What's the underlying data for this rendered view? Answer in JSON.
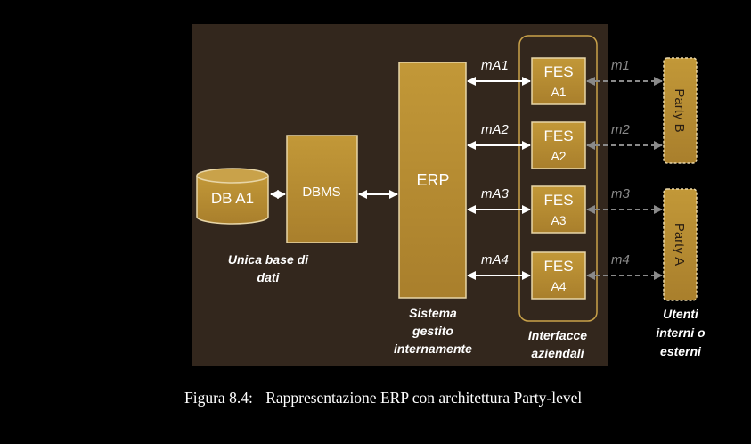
{
  "diagram": {
    "db": "DB A1",
    "dbms": "DBMS",
    "erp": "ERP",
    "fes": [
      {
        "title": "FES",
        "sub": "A1"
      },
      {
        "title": "FES",
        "sub": "A2"
      },
      {
        "title": "FES",
        "sub": "A3"
      },
      {
        "title": "FES",
        "sub": "A4"
      }
    ],
    "erp_links": [
      "mA1",
      "mA2",
      "mA3",
      "mA4"
    ],
    "party_links": [
      "m1",
      "m2",
      "m3",
      "m4"
    ],
    "parties": [
      "Party B",
      "Party A"
    ],
    "labels": {
      "db_caption": [
        "Unica base di",
        "dati"
      ],
      "erp_caption": [
        "Sistema",
        "gestito",
        "internamente"
      ],
      "fes_caption": [
        "Interfacce",
        "aziendali"
      ],
      "party_caption": [
        "Utenti",
        "interni o",
        "esterni"
      ]
    }
  },
  "caption": {
    "label": "Figura 8.4:",
    "text": "Rappresentazione ERP con architettura Party-level"
  },
  "colors": {
    "panel": "#33271d",
    "box": "#b58c33",
    "box_border": "#e8d6a8",
    "arrow": "#ffffff",
    "dashed": "#8a8a8a",
    "label": "#ffffff"
  }
}
